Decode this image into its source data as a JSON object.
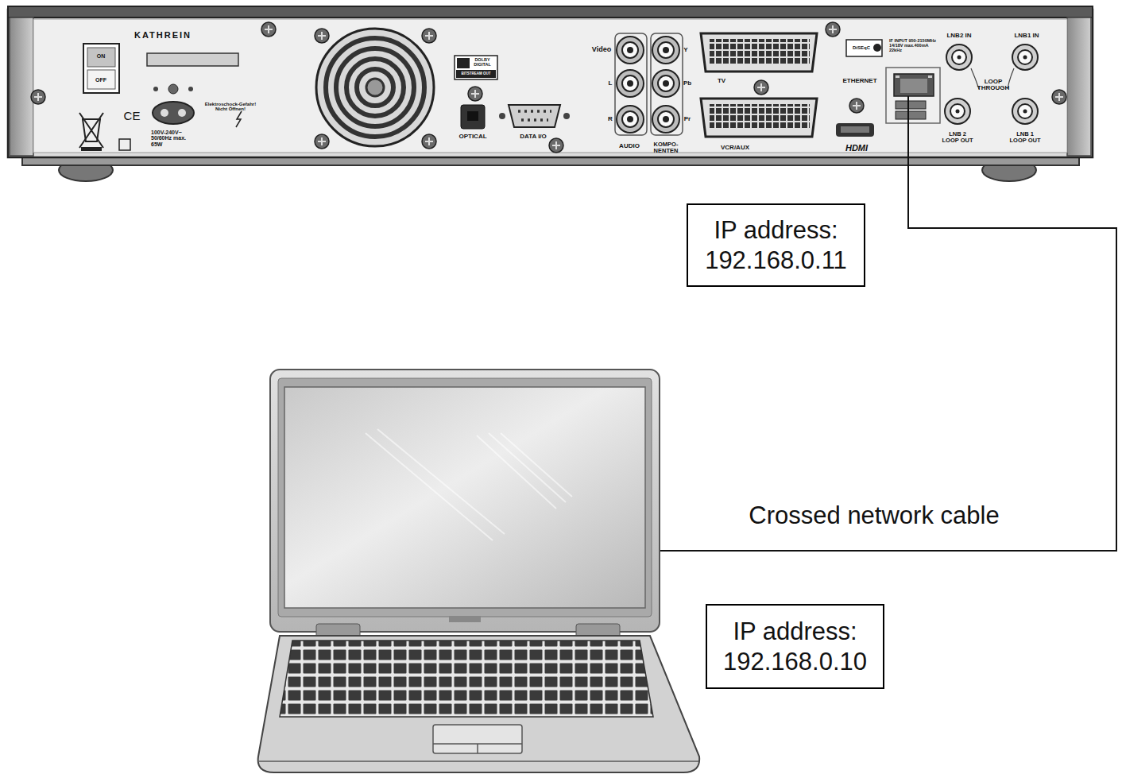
{
  "diagram": {
    "nodes": [
      {
        "text": [
          "IP address: 192.168.0.11"
        ]
      },
      {
        "text": [
          "IP address: 192.168.0.10"
        ]
      }
    ],
    "labels": [
      "KATHREIN",
      "ON",
      "OFF",
      "CE",
      "100V-240V~ 50/60Hz max. 65W",
      "Elektroschock-Gefahr! Nicht Öffnen!",
      "DOLBY DIGITAL",
      "BITSTREAM OUT",
      "OPTICAL",
      "DATA I/O",
      "Video",
      "L",
      "R",
      "AUDIO",
      "Y",
      "Pb",
      "Pr",
      "KOMPO-NENTEN",
      "TV",
      "VCR/AUX",
      "DiSEqC",
      "IF INPUT 950-2150MHz 14/18V max.400mA 22kHz",
      "ETHERNET",
      "HDMI",
      "LNB2 IN",
      "LNB1 IN",
      "LOOP THROUGH",
      "LNB 2 LOOP OUT",
      "LNB 1 LOOP OUT",
      "Crossed network cable"
    ]
  }
}
